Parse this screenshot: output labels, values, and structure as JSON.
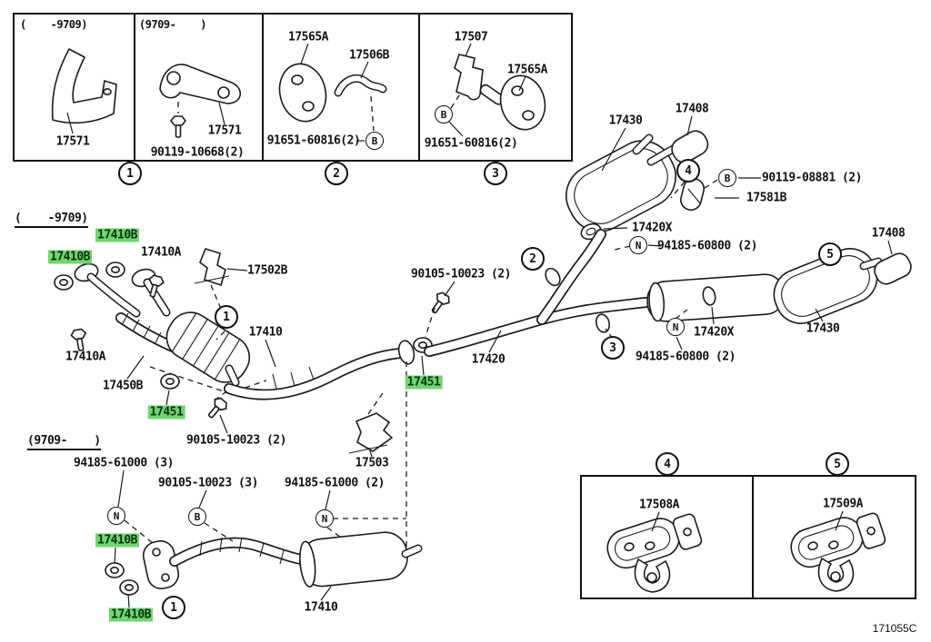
{
  "meta": {
    "diagram_code": "171055C",
    "highlight_color": "#6fd66f"
  },
  "callouts": {
    "one": "1",
    "two": "2",
    "three": "3",
    "four": "4",
    "five": "5",
    "bolt_b": "B",
    "nut_n": "N"
  },
  "legend_top": {
    "box1": {
      "header": "(    -9709)",
      "bracket": "17571"
    },
    "box2": {
      "header": "(9709-    )",
      "bracket": "17571",
      "bolt": "90119-10668(2)"
    },
    "box3": {
      "hanger": "17565A",
      "bracket": "17506B",
      "bolt": "91651-60816(2)"
    },
    "box4": {
      "bracket": "17507",
      "hanger": "17565A",
      "bolt": "91651-60816(2)"
    }
  },
  "main": {
    "early_header": "(    -9709)",
    "gasket_17410B": "17410B",
    "bolt_17410A": "17410A",
    "bracket_17502B": "17502B",
    "muffler_17430": "17430",
    "tailpipe_17408": "17408",
    "bolt_90119": "90119-08881 (2)",
    "clamp_17581B": "17581B",
    "gasket_17420X": "17420X",
    "nut_94185_60800": "94185-60800 (2)",
    "frontpipe_17410": "17410",
    "flexpipe_17450B": "17450B",
    "gasket_17451": "17451",
    "bolt_90105_2": "90105-10023 (2)",
    "bracket_17503": "17503",
    "centerpipe_17420": "17420"
  },
  "late": {
    "header": "(9709-    )",
    "nut_94185_61000_3": "94185-61000 (3)",
    "bolt_90105_3": "90105-10023 (3)",
    "nut_94185_61000_2": "94185-61000 (2)",
    "gasket_17410B": "17410B",
    "pipe_17410": "17410"
  },
  "legend_bottom": {
    "box4_part": "17508A",
    "box5_part": "17509A"
  }
}
